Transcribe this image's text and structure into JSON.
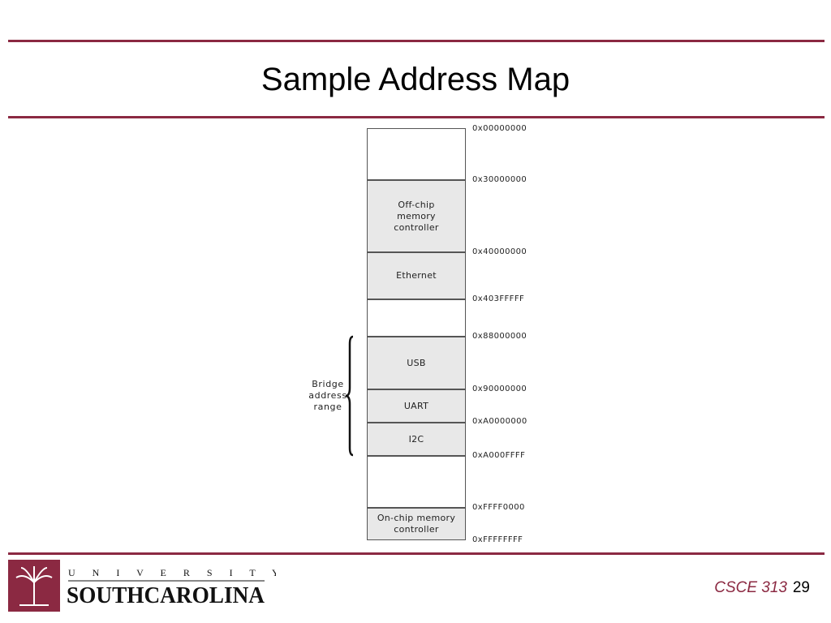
{
  "title": "Sample Address Map",
  "address_map": {
    "regions": [
      {
        "label": "",
        "shaded": false
      },
      {
        "label": "Off-chip\nmemory\ncontroller",
        "shaded": true
      },
      {
        "label": "Ethernet",
        "shaded": true
      },
      {
        "label": "",
        "shaded": false
      },
      {
        "label": "USB",
        "shaded": true
      },
      {
        "label": "UART",
        "shaded": true
      },
      {
        "label": "I2C",
        "shaded": true
      },
      {
        "label": "",
        "shaded": false
      },
      {
        "label": "On-chip memory\ncontroller",
        "shaded": true
      }
    ],
    "addresses": [
      "0x00000000",
      "0x30000000",
      "0x40000000",
      "0x403FFFFF",
      "0x88000000",
      "0x90000000",
      "0xA0000000",
      "0xA000FFFF",
      "0xFFFF0000",
      "0xFFFFFFFF"
    ],
    "bridge_label": "Bridge\naddress\nrange"
  },
  "logo": {
    "line1": "U N I V E R S I T Y   O F",
    "line2": "SOUTHCAROLINA"
  },
  "footer": {
    "course": "CSCE 313",
    "page": "29"
  },
  "colors": {
    "accent": "#8b2942",
    "shaded_block": "#e8e8e8"
  }
}
